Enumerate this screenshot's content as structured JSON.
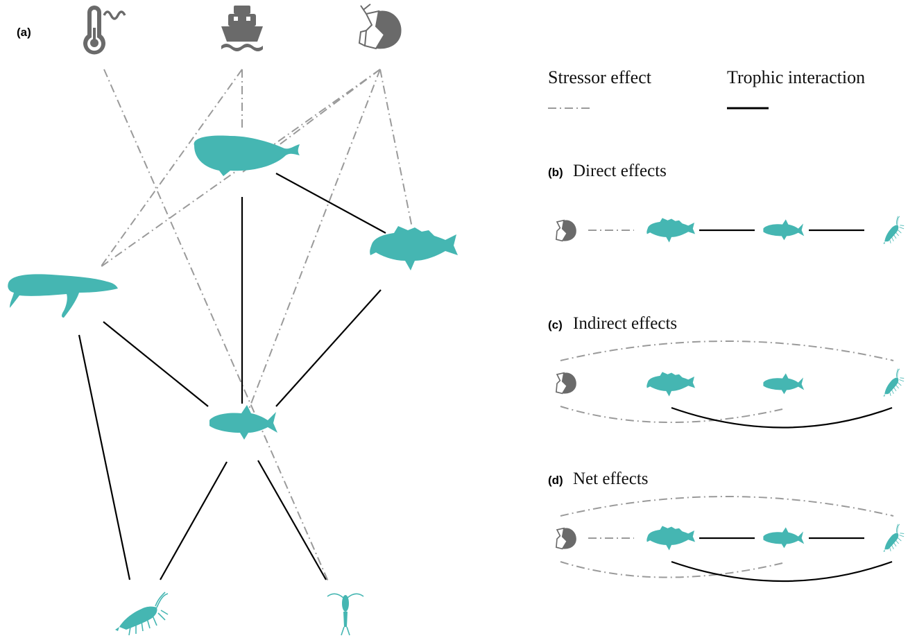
{
  "panels": {
    "a": {
      "tag": "(a)"
    },
    "b": {
      "tag": "(b)",
      "title": "Direct effects"
    },
    "c": {
      "tag": "(c)",
      "title": "Indirect effects"
    },
    "d": {
      "tag": "(d)",
      "title": "Net effects"
    }
  },
  "legend": {
    "stressor": "Stressor effect",
    "trophic": "Trophic interaction"
  },
  "colors": {
    "species": "#45b6b2",
    "stressor_icon": "#6a6a6a",
    "stressor_line": "#9a9a9a",
    "trophic_line": "#000000"
  },
  "icons": {
    "stressors": [
      "thermometer-icon",
      "ship-icon",
      "fishing-net-icon"
    ],
    "species": [
      "right-whale-icon",
      "humpback-whale-icon",
      "cod-icon",
      "capelin-icon",
      "krill-icon",
      "copepod-icon"
    ]
  }
}
